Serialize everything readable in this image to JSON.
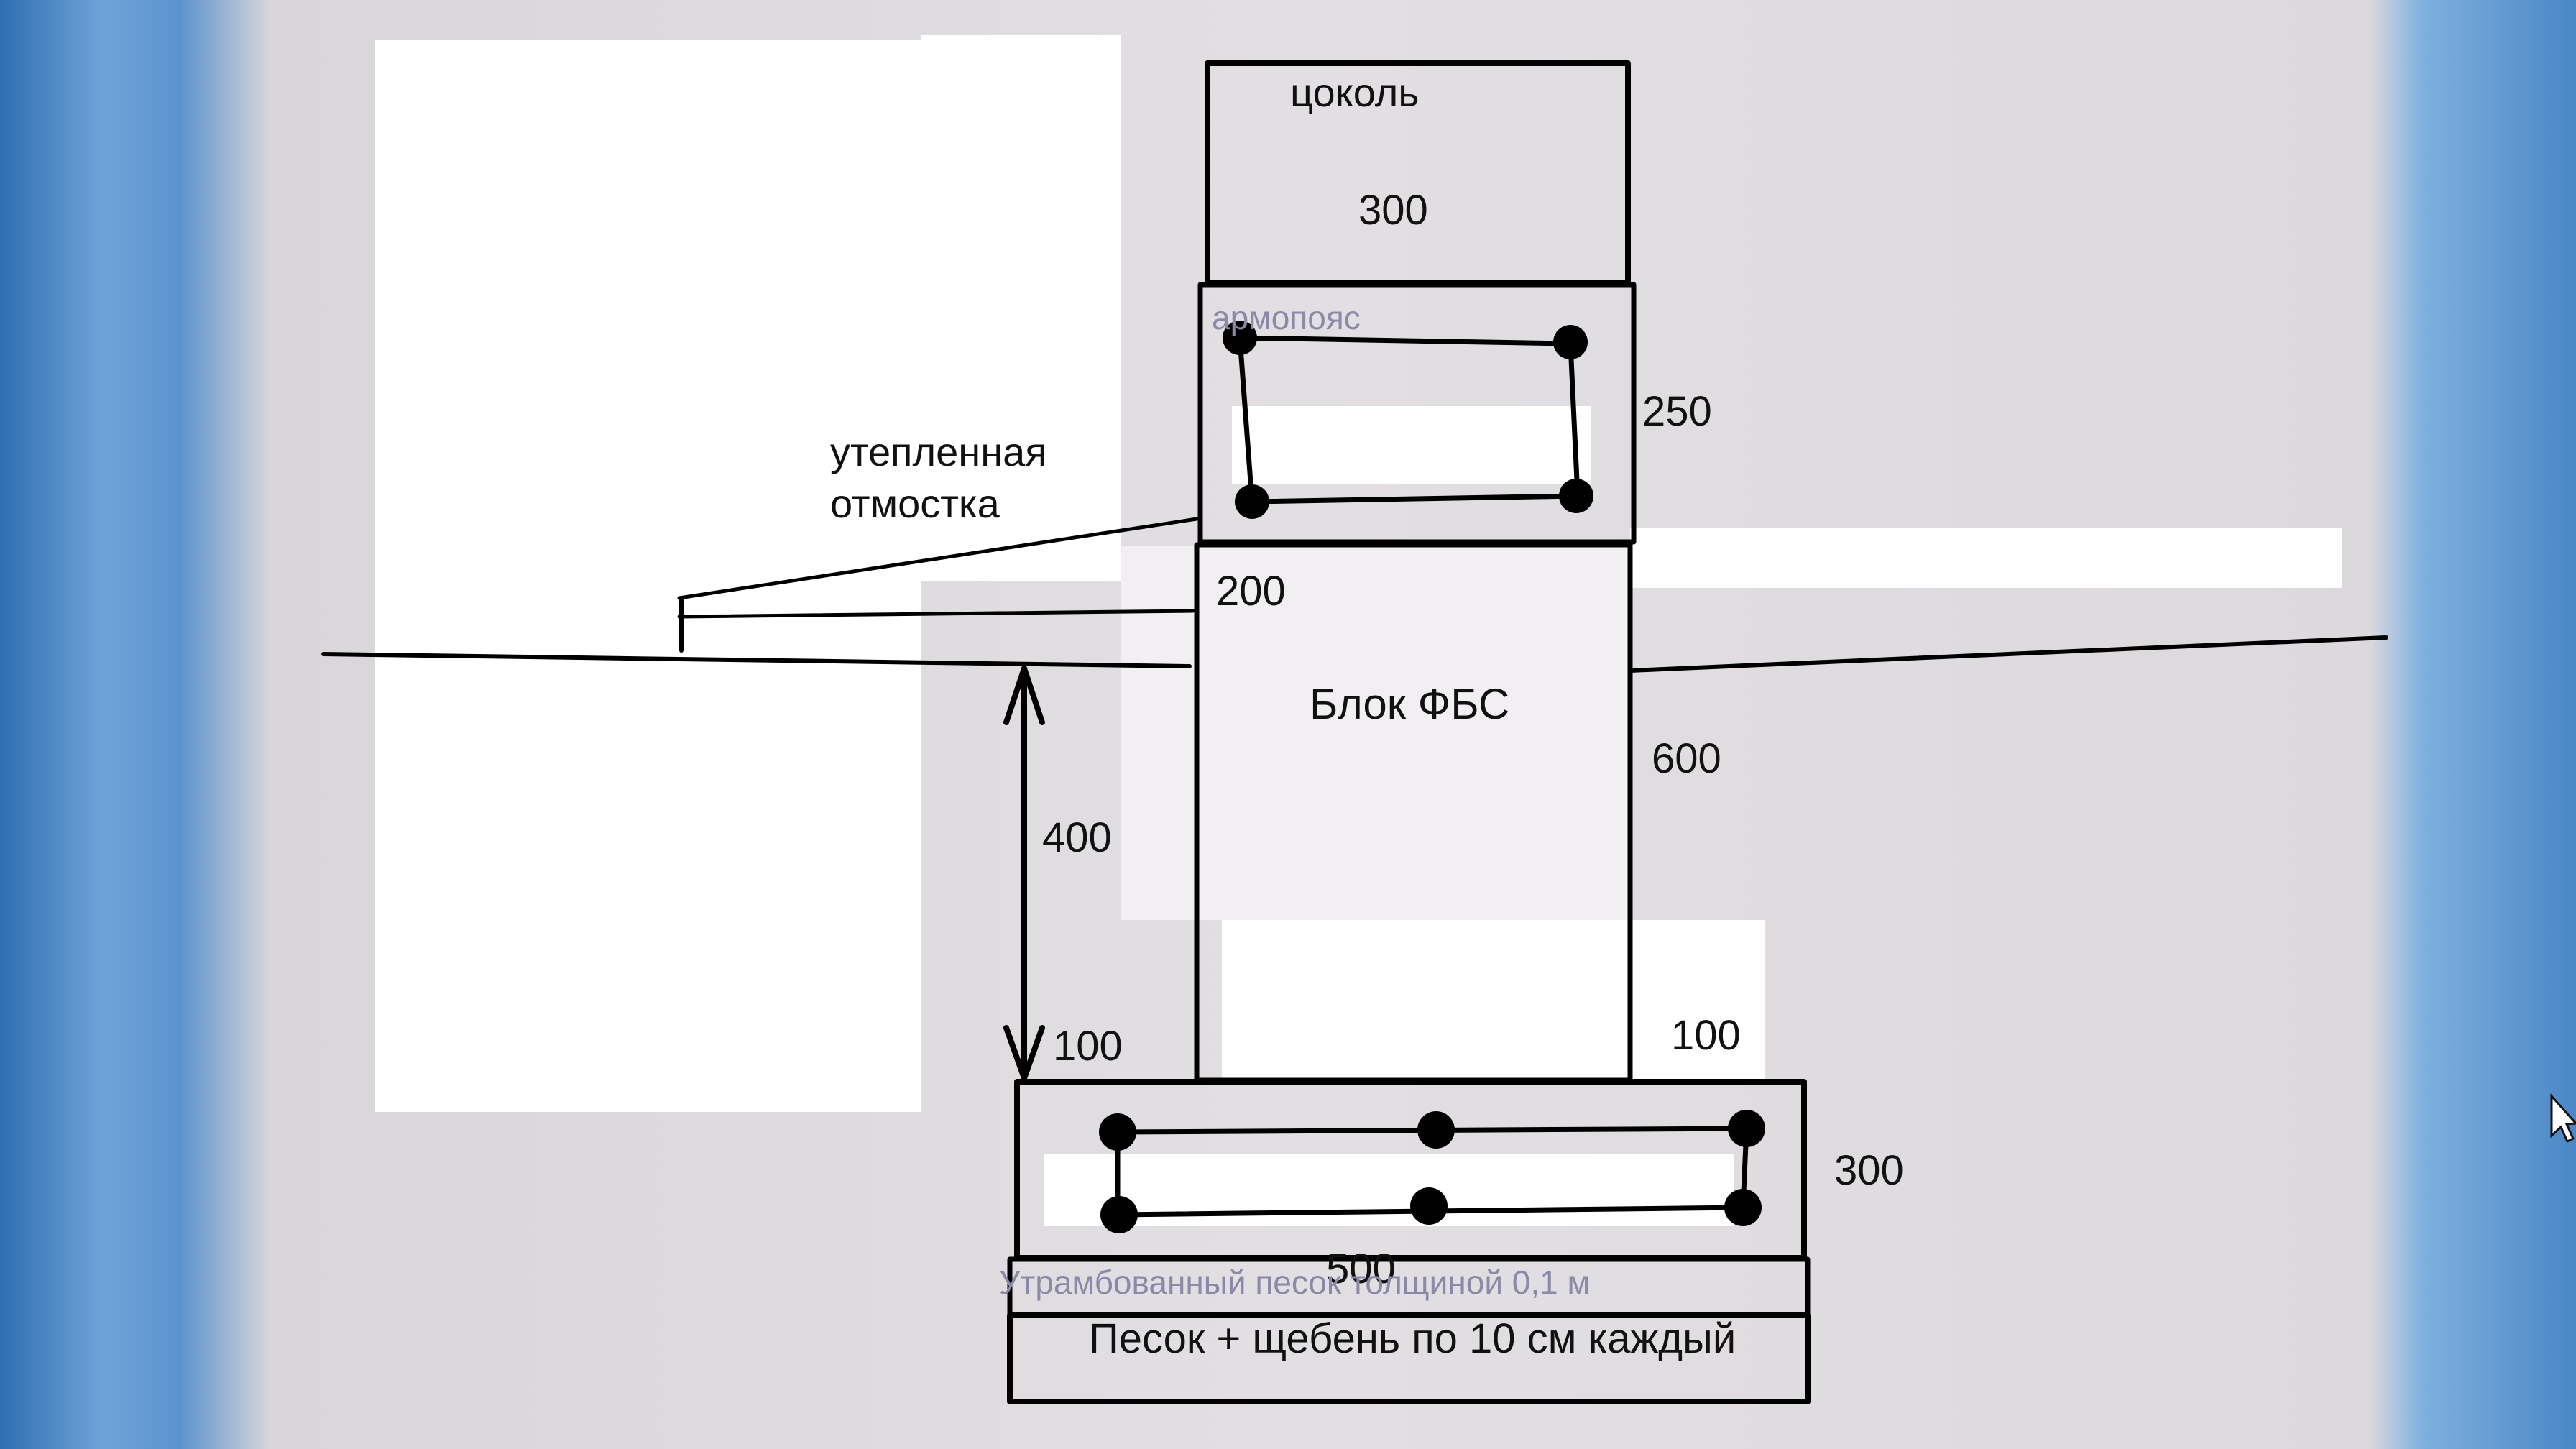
{
  "labels": {
    "socle": "цоколь",
    "socle_height": "300",
    "armopoyas": "армопояс",
    "armopoyas_height": "250",
    "blind_area_line1": "утепленная",
    "blind_area_line2": "отмостка",
    "blind_area_thickness": "200",
    "block": "Блок ФБС",
    "block_height": "600",
    "depth": "400",
    "offset_left": "100",
    "offset_right": "100",
    "footing_height": "300",
    "footing_width": "500",
    "sand_layer": "Утрамбованный песок толщиной 0,1 м",
    "base_layer": "Песок + щебень по 10 см каждый"
  },
  "colors": {
    "screen": "#e0dde1",
    "paper_white": "#ffffff",
    "ink": "#000000",
    "faint_text": "#8a8aa8"
  },
  "icons": {
    "cursor": "mouse-cursor-icon"
  }
}
